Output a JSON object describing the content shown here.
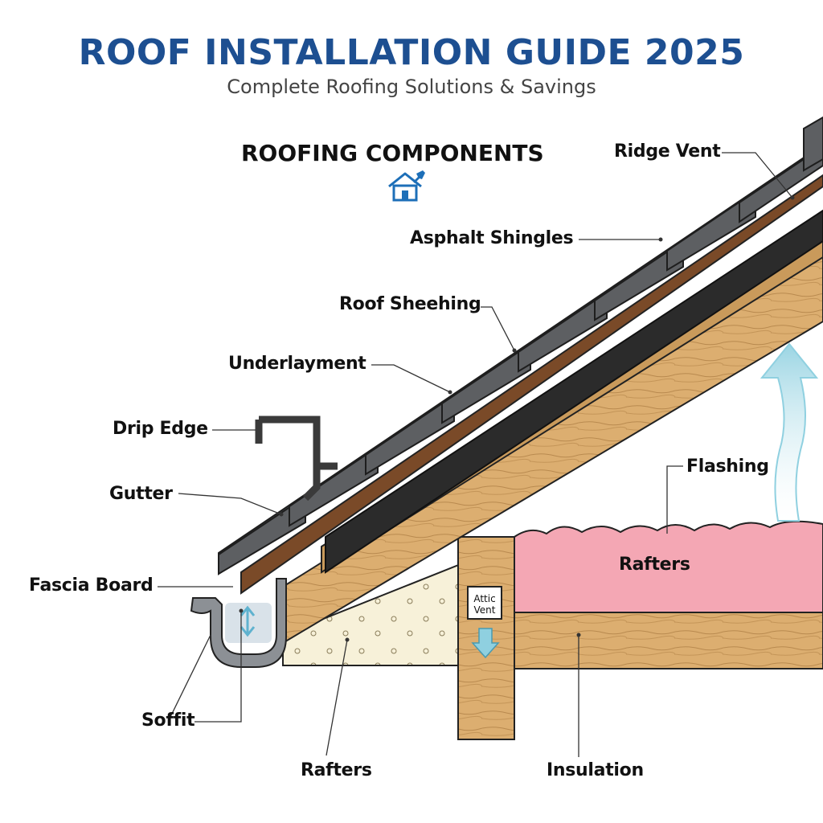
{
  "header": {
    "title": "ROOF INSTALLATION GUIDE 2025",
    "subtitle": "Complete Roofing Solutions & Savings"
  },
  "section": {
    "title": "ROOFING COMPONENTS",
    "icon": "house-wrench-icon"
  },
  "labels": {
    "ridge_vent": "Ridge Vent",
    "asphalt_shingles": "Asphalt Shingles",
    "roof_sheathing": "Roof Sheehing",
    "underlayment": "Underlayment",
    "drip_edge": "Drip Edge",
    "gutter": "Gutter",
    "fascia_board": "Fascia Board",
    "soffit": "Soffit",
    "rafters_bottom": "Rafters",
    "insulation": "Insulation",
    "flashing": "Flashing",
    "rafters_insulation": "Rafters",
    "attic_vent_line1": "Attic",
    "attic_vent_line2": "Vent"
  },
  "colors": {
    "title": "#1d4f91",
    "shingle": "#5d5f62",
    "underlayment": "#2b2b2b",
    "wood": "#d9ac6e",
    "insulation": "#f4a7b4",
    "arrow": "#8fd0e0"
  }
}
